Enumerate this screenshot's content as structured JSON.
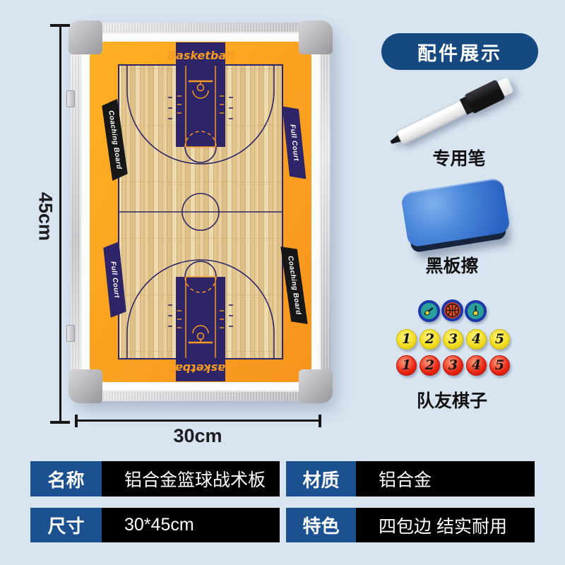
{
  "board": {
    "title_top": "Basketball",
    "title_bottom": "Basketball",
    "ribbons": {
      "top_left": "Coaching Board",
      "top_right": "Full Court",
      "bottom_left": "Full Court",
      "bottom_right": "Coaching Board"
    }
  },
  "dimensions": {
    "height_label": "45cm",
    "width_label": "30cm"
  },
  "accessories": {
    "badge": "配件展示",
    "pen_label": "专用笔",
    "eraser_label": "黑板擦",
    "chips_label": "队友棋子",
    "chip_icons": [
      "hoop",
      "basketball",
      "whistle"
    ],
    "yellow_chips": [
      "1",
      "2",
      "3",
      "4",
      "5"
    ],
    "red_chips": [
      "1",
      "2",
      "3",
      "4",
      "5"
    ]
  },
  "spec_table": {
    "rows": [
      {
        "label": "名称",
        "value": "铝合金篮球战术板"
      },
      {
        "label": "尺寸",
        "value": "30*45cm"
      },
      {
        "label": "材质",
        "value": "铝合金"
      },
      {
        "label": "特色",
        "value": "四包边 结实耐用"
      }
    ]
  },
  "colors": {
    "background": "#d8e4f0",
    "accent_blue": "#1b5191",
    "badge_blue": "#15497f",
    "board_orange": "#faa21b",
    "court_navy": "#2e2569",
    "court_line_orange": "#f59a23",
    "eraser_blue": "#3c79d2",
    "chip_yellow": "#f2de24",
    "chip_red": "#ea2412",
    "chip_ring_blue": "#1b39a8"
  }
}
